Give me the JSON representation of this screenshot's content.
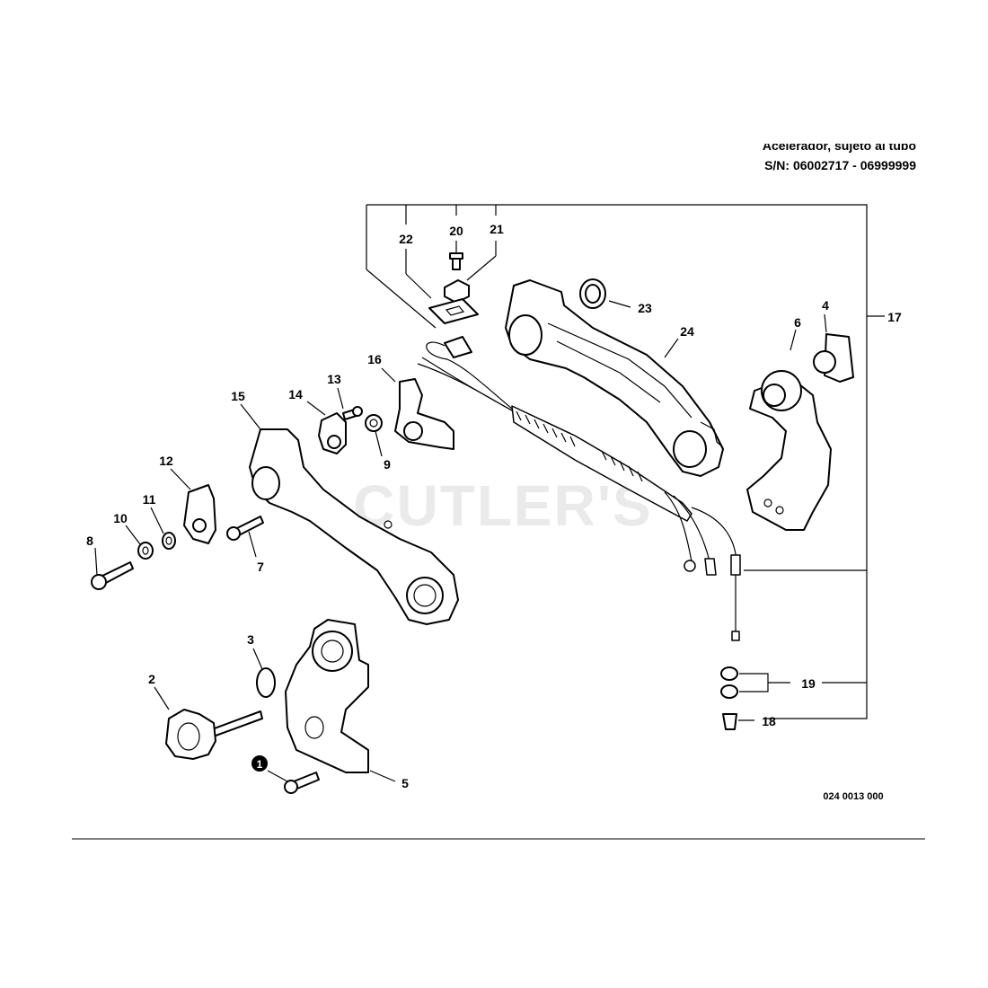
{
  "header": {
    "title_line1": "Acelerador, sujeto al tubo",
    "title_line2": "S/N: 06002717 - 06999999"
  },
  "watermark": "CUTLER'S",
  "drawing_number": "024 0013 000",
  "callouts": [
    "1",
    "2",
    "3",
    "4",
    "5",
    "6",
    "7",
    "8",
    "9",
    "10",
    "11",
    "12",
    "13",
    "14",
    "15",
    "16",
    "17",
    "18",
    "19",
    "20",
    "21",
    "22",
    "23",
    "24"
  ],
  "note_marker": "1"
}
